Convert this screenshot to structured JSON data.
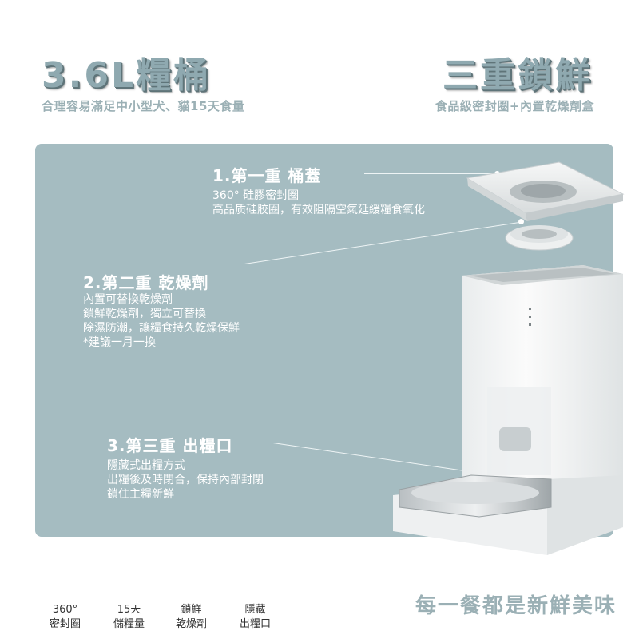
{
  "header": {
    "left_title": "3.6L糧桶",
    "left_subtitle": "合理容易滿足中小型犬、貓15天食量",
    "right_title": "三重鎖鮮",
    "right_subtitle": "食品級密封圈+內置乾燥劑盒"
  },
  "features": [
    {
      "title": "1.第一重 桶蓋",
      "lines": [
        "360° 硅膠密封圈",
        "高品质硅胶圈，有效阻隔空氣延緩糧食氧化"
      ]
    },
    {
      "title": "2.第二重 乾燥劑",
      "lines": [
        "內置可替換乾燥劑",
        "鎖鮮乾燥劑，獨立可替換",
        "除濕防潮，讓糧食持久乾燥保鮮",
        "*建議一月一換"
      ]
    },
    {
      "title": "3.第三重 出糧口",
      "lines": [
        "隱藏式出糧方式",
        "出糧後及時閉合，保持內部封閉",
        "鎖住主糧新鮮"
      ]
    }
  ],
  "bottom_features": [
    {
      "top": "360°",
      "bottom": "密封圈"
    },
    {
      "top": "15天",
      "bottom": "儲糧量"
    },
    {
      "top": "鎖鮮",
      "bottom": "乾燥劑"
    },
    {
      "top": "隱藏",
      "bottom": "出糧口"
    }
  ],
  "tagline": "每一餐都是新鮮美味",
  "colors": {
    "accent": "#8fa9b0",
    "panel": "#a5bcc1",
    "text_light": "#ffffff"
  }
}
